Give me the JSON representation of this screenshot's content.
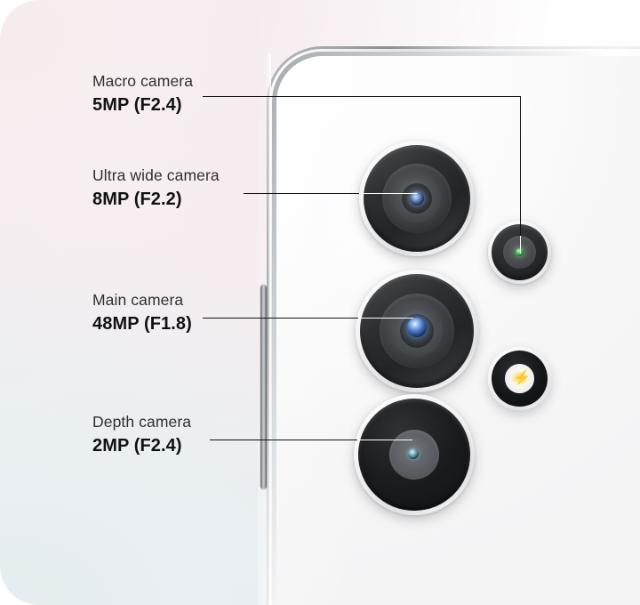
{
  "scene": {
    "title": "Samsung Galaxy rear quad-camera close-up",
    "background_colors": {
      "top_left_pink": "#f7eef0",
      "bottom_left_blue": "#e6edf0",
      "phone_white": "#fafafa",
      "lens_black": "#26282a",
      "text_dark": "#111214",
      "text_gray": "#2f3032",
      "leader_line_dark": "#111214",
      "leader_line_white": "#ffffff",
      "flash_yellow": "#f5c431"
    }
  },
  "callouts": [
    {
      "id": "macro",
      "title": "Macro camera",
      "spec": "5MP (F2.4)",
      "megapixels": "5MP",
      "aperture": "F2.4"
    },
    {
      "id": "ultra-wide",
      "title": "Ultra wide camera",
      "spec": "8MP (F2.2)",
      "megapixels": "8MP",
      "aperture": "F2.2"
    },
    {
      "id": "main",
      "title": "Main camera",
      "spec": "48MP (F1.8)",
      "megapixels": "48MP",
      "aperture": "F1.8"
    },
    {
      "id": "depth",
      "title": "Depth camera",
      "spec": "2MP (F2.4)",
      "megapixels": "2MP",
      "aperture": "F2.4"
    }
  ],
  "hardware": {
    "lens_ultra_wide_name": "ultra-wide-lens",
    "lens_main_name": "main-lens",
    "lens_depth_name": "depth-lens",
    "lens_macro_name": "macro-lens",
    "flash_name": "led-flash",
    "flash_glyph": "⚡",
    "side_button_name": "side-button"
  }
}
